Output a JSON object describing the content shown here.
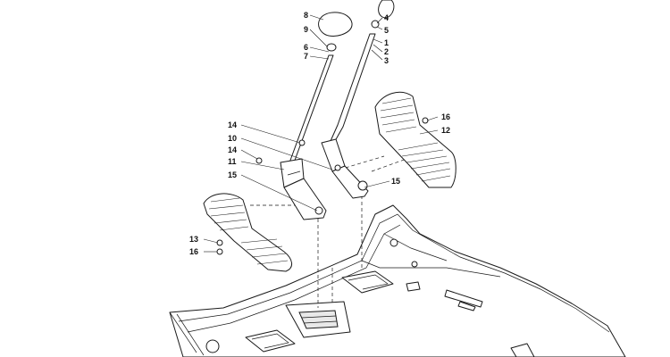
{
  "callouts": {
    "c8": "8",
    "c9": "9",
    "c6": "6",
    "c7": "7",
    "c4": "4",
    "c5": "5",
    "c1": "1",
    "c2": "2",
    "c3": "3",
    "c16a": "16",
    "c12": "12",
    "c14a": "14",
    "c10": "10",
    "c14b": "14",
    "c11": "11",
    "c15a": "15",
    "c15b": "15",
    "c13": "13",
    "c16b": "16"
  }
}
